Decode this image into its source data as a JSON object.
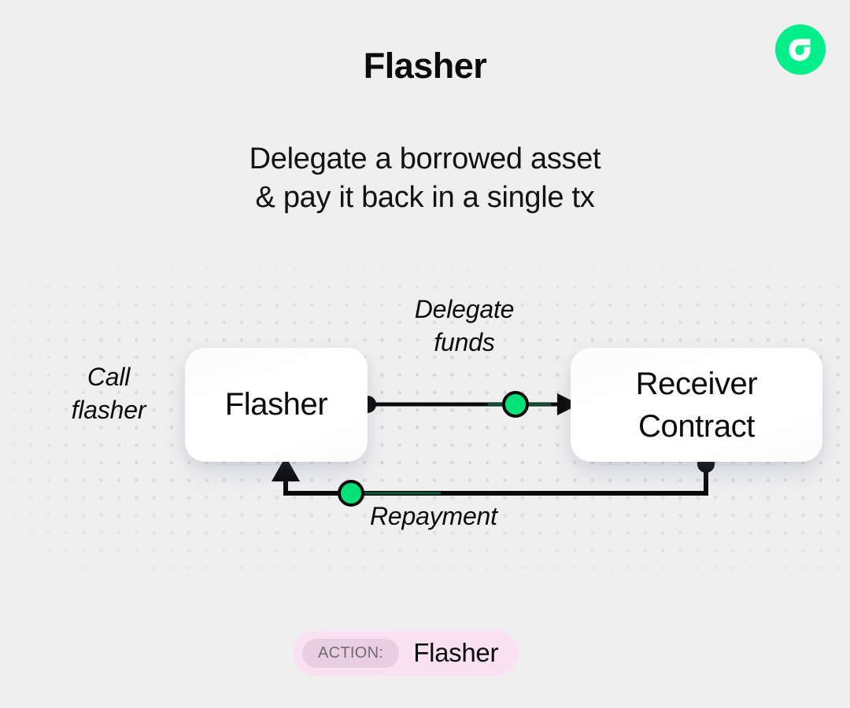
{
  "brand": {
    "logo_icon": "flow-logo-icon",
    "logo_color": "#00ef8b",
    "logo_glyph_color": "#ffffff"
  },
  "header": {
    "title": "Flasher",
    "subtitle_line1": "Delegate a borrowed asset",
    "subtitle_line2": "& pay it back in a single tx"
  },
  "diagram": {
    "type": "flow",
    "background_color": "#efefef",
    "accent_color": "#00e17a",
    "line_color": "#0b0b0b",
    "nodes": [
      {
        "id": "flasher",
        "label": "Flasher"
      },
      {
        "id": "receiver",
        "label_line1": "Receiver",
        "label_line2": "Contract"
      }
    ],
    "labels": {
      "call_line1": "Call",
      "call_line2": "flasher",
      "delegate_line1": "Delegate",
      "delegate_line2": "funds",
      "repayment": "Repayment"
    }
  },
  "action_badge": {
    "tag": "ACTION:",
    "value": "Flasher",
    "pill_color": "#f9e1f2",
    "tag_color": "#e9cde3"
  }
}
